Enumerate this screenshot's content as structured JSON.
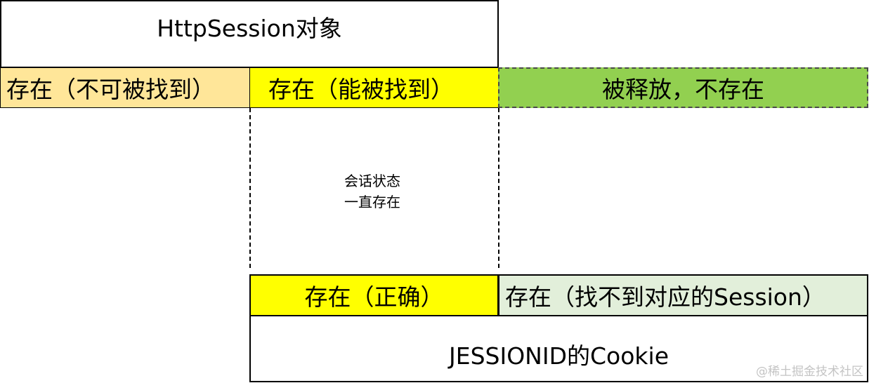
{
  "session_object": {
    "title": "HttpSession对象",
    "states": {
      "unreachable": "存在（不可被找到）",
      "reachable": "存在（能被找到）",
      "released": "被释放，不存在"
    }
  },
  "session_state_note": {
    "line1": "会话状态",
    "line2": "一直存在"
  },
  "cookie": {
    "title": "JESSIONID的Cookie",
    "states": {
      "correct": "存在（正确）",
      "not_found": "存在（找不到对应的Session）"
    }
  },
  "watermark": "@稀土掘金技术社区",
  "colors": {
    "unreachable_fill": "#FFE699",
    "reachable_fill": "#FFFF00",
    "released_fill": "#92D050",
    "correct_fill": "#FFFF00",
    "not_found_fill": "#E2EFDA"
  }
}
